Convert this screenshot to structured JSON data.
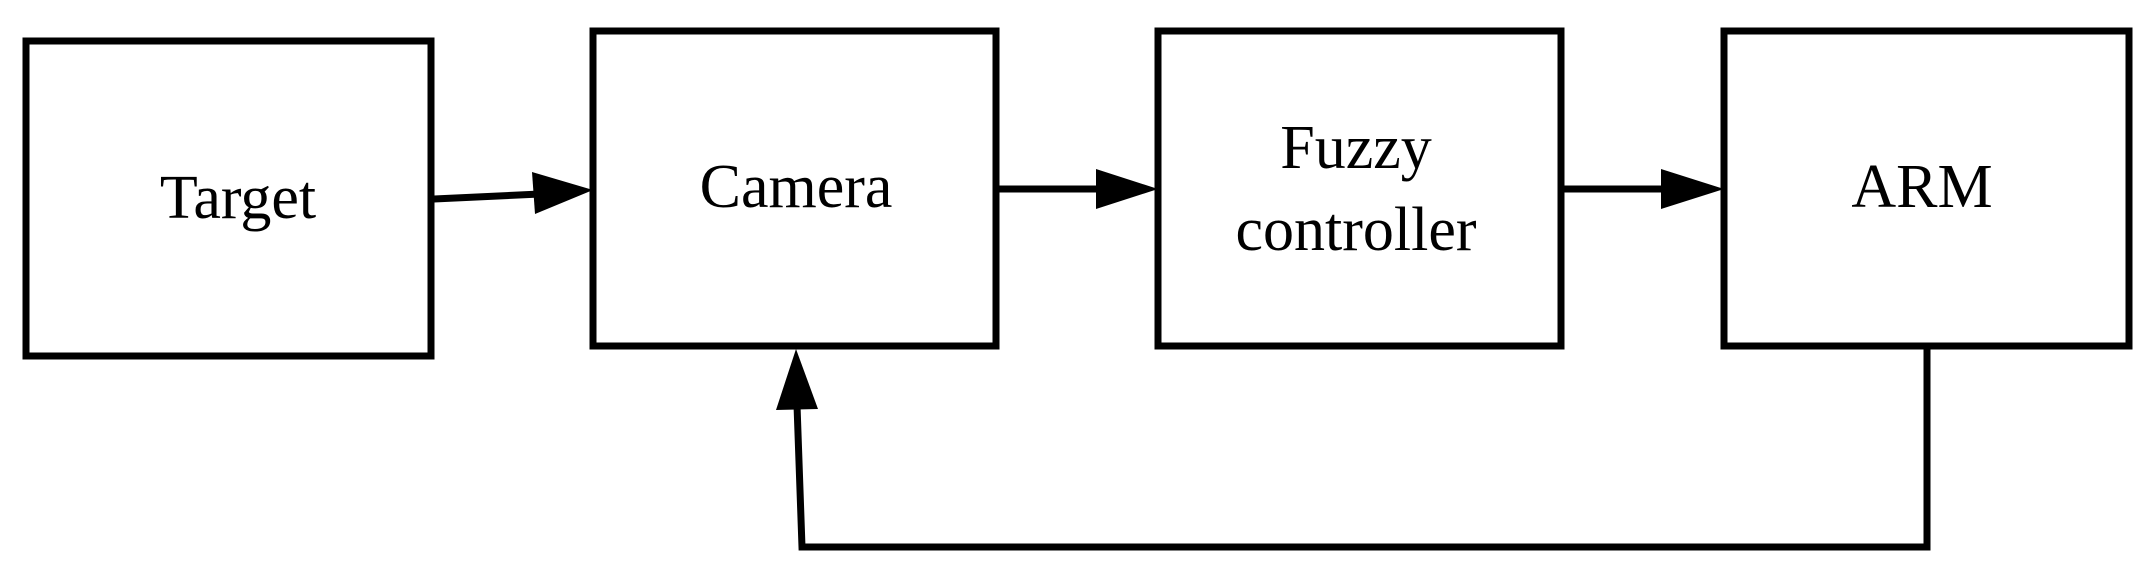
{
  "diagram": {
    "blocks": {
      "target": "Target",
      "camera": "Camera",
      "fuzzy_line1": "Fuzzy",
      "fuzzy_line2": "controller",
      "arm": "ARM"
    },
    "colors": {
      "stroke": "#000000",
      "background": "#ffffff"
    }
  }
}
